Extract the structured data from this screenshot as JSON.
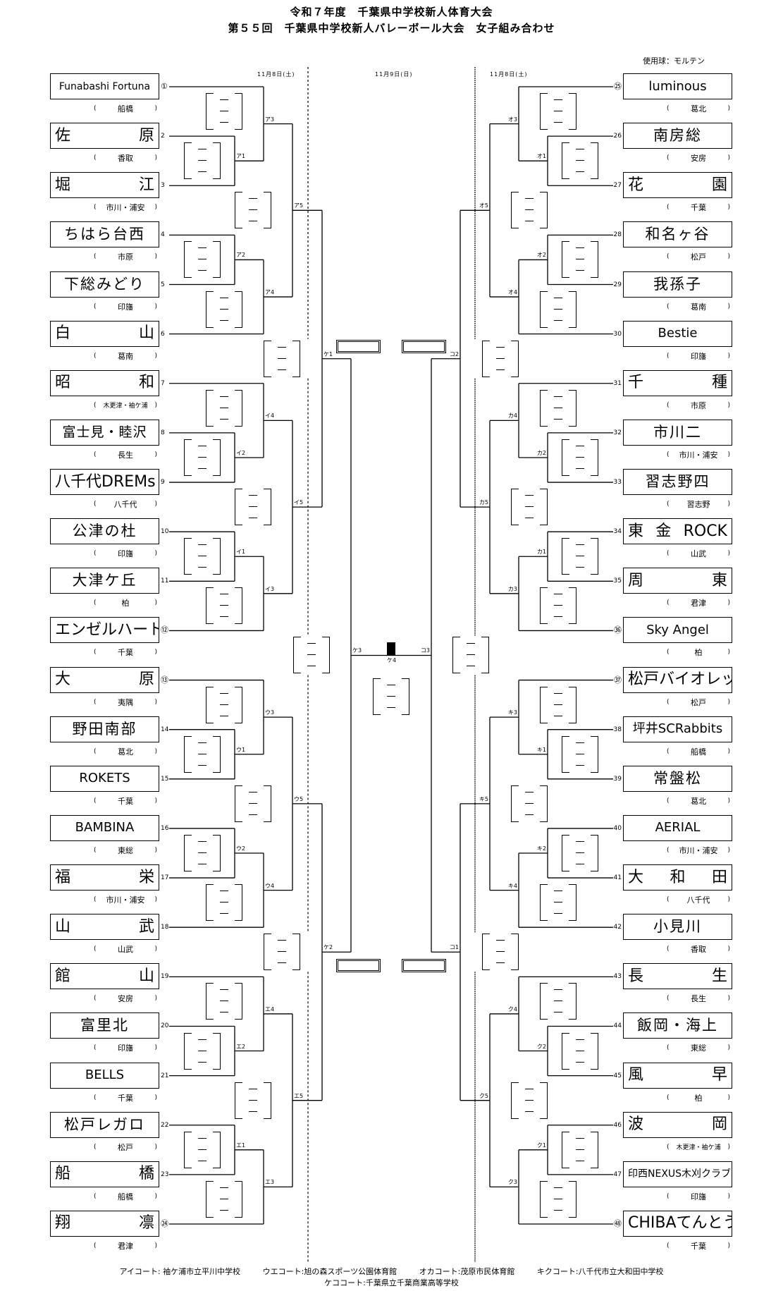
{
  "title": {
    "line1": "令和７年度　千葉県中学校新人体育大会",
    "line2": "第５５回　千葉県中学校新人バレーボール大会　女子組み合わせ"
  },
  "ball": "使用球：モルテン",
  "dates": {
    "left": "11月8日(土)",
    "center": "11月9日(日)",
    "right": "11月8日(土)"
  },
  "region_brackets": {
    "open": "(",
    "close": ")"
  },
  "teams_left": [
    {
      "no": "①",
      "name": "Funabashi Fortuna",
      "region": "船橋"
    },
    {
      "no": "2",
      "name": "佐原",
      "region": "香取"
    },
    {
      "no": "3",
      "name": "堀江",
      "region": "市川・浦安"
    },
    {
      "no": "4",
      "name": "ちはら台西",
      "region": "市原"
    },
    {
      "no": "5",
      "name": "下総みどり",
      "region": "印旛"
    },
    {
      "no": "6",
      "name": "白山",
      "region": "葛南"
    },
    {
      "no": "7",
      "name": "昭和",
      "region": "木更津・袖ケ浦"
    },
    {
      "no": "8",
      "name": "富士見・睦沢",
      "region": "長生"
    },
    {
      "no": "9",
      "name": "八千代DREMs",
      "region": "八千代"
    },
    {
      "no": "10",
      "name": "公津の杜",
      "region": "印旛"
    },
    {
      "no": "11",
      "name": "大津ケ丘",
      "region": "柏"
    },
    {
      "no": "⑫",
      "name": "エンゼルハート",
      "region": "千葉"
    },
    {
      "no": "⑬",
      "name": "大原",
      "region": "夷隅"
    },
    {
      "no": "14",
      "name": "野田南部",
      "region": "葛北"
    },
    {
      "no": "15",
      "name": "ROKETS",
      "region": "千葉"
    },
    {
      "no": "16",
      "name": "BAMBINA",
      "region": "東総"
    },
    {
      "no": "17",
      "name": "福栄",
      "region": "市川・浦安"
    },
    {
      "no": "18",
      "name": "山武",
      "region": "山武"
    },
    {
      "no": "19",
      "name": "館山",
      "region": "安房"
    },
    {
      "no": "20",
      "name": "富里北",
      "region": "印旛"
    },
    {
      "no": "21",
      "name": "BELLS",
      "region": "千葉"
    },
    {
      "no": "22",
      "name": "松戸レガロ",
      "region": "松戸"
    },
    {
      "no": "23",
      "name": "船橋",
      "region": "船橋"
    },
    {
      "no": "㉔",
      "name": "翔凛",
      "region": "君津"
    }
  ],
  "teams_right": [
    {
      "no": "㉕",
      "name": "luminous",
      "region": "葛北"
    },
    {
      "no": "26",
      "name": "南房総",
      "region": "安房"
    },
    {
      "no": "27",
      "name": "花園",
      "region": "千葉"
    },
    {
      "no": "28",
      "name": "和名ヶ谷",
      "region": "松戸"
    },
    {
      "no": "29",
      "name": "我孫子",
      "region": "葛南"
    },
    {
      "no": "30",
      "name": "Bestie",
      "region": "印旛"
    },
    {
      "no": "31",
      "name": "千種",
      "region": "市原"
    },
    {
      "no": "32",
      "name": "市川二",
      "region": "市川・浦安"
    },
    {
      "no": "33",
      "name": "習志野四",
      "region": "習志野"
    },
    {
      "no": "34",
      "name": "東金ROCK",
      "region": "山武"
    },
    {
      "no": "35",
      "name": "周東",
      "region": "君津"
    },
    {
      "no": "㊱",
      "name": "Sky Angel",
      "region": "柏"
    },
    {
      "no": "㊲",
      "name": "松戸バイオレット",
      "region": "松戸"
    },
    {
      "no": "38",
      "name": "坪井SCRabbits",
      "region": "船橋"
    },
    {
      "no": "39",
      "name": "常盤松",
      "region": "葛北"
    },
    {
      "no": "40",
      "name": "AERIAL",
      "region": "市川・浦安"
    },
    {
      "no": "41",
      "name": "大和田",
      "region": "八千代"
    },
    {
      "no": "42",
      "name": "小見川",
      "region": "香取"
    },
    {
      "no": "43",
      "name": "長生",
      "region": "長生"
    },
    {
      "no": "44",
      "name": "飯岡・海上",
      "region": "東総"
    },
    {
      "no": "45",
      "name": "風早",
      "region": "柏"
    },
    {
      "no": "46",
      "name": "波岡",
      "region": "木更津・袖ケ浦"
    },
    {
      "no": "47",
      "name": "印西NEXUS木刈クラブ",
      "region": "印旛"
    },
    {
      "no": "㊽",
      "name": "CHIBAてんとうむし",
      "region": "千葉"
    }
  ],
  "match_labels": {
    "left": [
      {
        "pair1": "ア1",
        "pair2": "ア2",
        "top": "ア3",
        "bottom": "ア4",
        "final": "ア5"
      },
      {
        "pair1": "イ2",
        "pair2": "イ1",
        "top": "イ4",
        "bottom": "イ3",
        "final": "イ5"
      },
      {
        "pair1": "ウ1",
        "pair2": "ウ2",
        "top": "ウ3",
        "bottom": "ウ4",
        "final": "ウ5"
      },
      {
        "pair1": "エ2",
        "pair2": "エ1",
        "top": "エ4",
        "bottom": "エ3",
        "final": "エ5"
      }
    ],
    "right": [
      {
        "pair1": "オ1",
        "pair2": "オ2",
        "top": "オ3",
        "bottom": "オ4",
        "final": "オ5"
      },
      {
        "pair1": "カ2",
        "pair2": "カ1",
        "top": "カ4",
        "bottom": "カ3",
        "final": "カ5"
      },
      {
        "pair1": "キ1",
        "pair2": "キ2",
        "top": "キ3",
        "bottom": "キ4",
        "final": "キ5"
      },
      {
        "pair1": "ク2",
        "pair2": "ク1",
        "top": "ク4",
        "bottom": "ク3",
        "final": "ク5"
      }
    ],
    "semis": {
      "left_upper": "ケ1",
      "left_lower": "ケ2",
      "right_upper": "コ2",
      "right_lower": "コ1"
    },
    "final": {
      "left": "ケ3",
      "right": "コ3",
      "center": "ケ4"
    }
  },
  "footer": {
    "courts": [
      "アイコート:  袖ケ浦市立平川中学校",
      "ウエコート:旭の森スポーツ公園体育館",
      "オカコート:茂原市民体育館",
      "キクコート:八千代市立大和田中学校"
    ],
    "line2": "ケココート:千葉県立千葉商業高等学校"
  }
}
